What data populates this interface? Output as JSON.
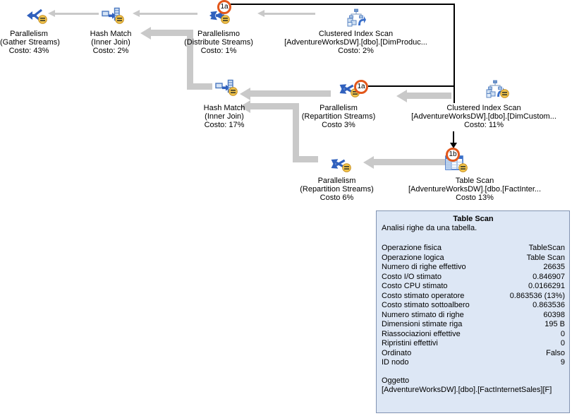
{
  "colors": {
    "arrow_gray": "#c9c9c9",
    "annotation_black": "#000000",
    "badge_ring_orange": "#e2571b",
    "icon_blue": "#3060bd",
    "icon_light_blue": "#d6e4f5",
    "icon_stroke_blue": "#4a78c0",
    "gold_badge": "#f2c54d",
    "tooltip_bg": "#dde7f5",
    "tooltip_border": "#8193b2"
  },
  "annotations": {
    "badges": [
      {
        "label": "1a"
      },
      {
        "label": "1a"
      },
      {
        "label": "1b"
      }
    ]
  },
  "nodes": [
    {
      "id": "parallelism-gather",
      "icon": "parallelism-gather-icon",
      "lines": [
        "Parallelism",
        "(Gather Streams)",
        "Costo: 43%"
      ]
    },
    {
      "id": "hash-match-top",
      "icon": "hash-match-icon",
      "lines": [
        "Hash Match",
        "(Inner Join)",
        "Costo: 2%"
      ]
    },
    {
      "id": "parallelism-distribute",
      "icon": "parallelism-distribute-icon",
      "lines": [
        "Parallelismo",
        "(Distribute Streams)",
        "Costo: 1%"
      ]
    },
    {
      "id": "clustered-index-scan-dimproduct",
      "icon": "clustered-index-scan-icon",
      "lines": [
        "Clustered Index Scan",
        "[AdventureWorksDW].[dbo].[DimProduc...",
        "Costo: 2%"
      ]
    },
    {
      "id": "hash-match-mid",
      "icon": "hash-match-icon",
      "lines": [
        "Hash Match",
        "(Inner Join)",
        "Costo: 17%"
      ]
    },
    {
      "id": "parallelism-repartition-3",
      "icon": "parallelism-repartition-icon",
      "lines": [
        "Parallelism",
        "(Repartition Streams)",
        "Costo 3%"
      ]
    },
    {
      "id": "clustered-index-scan-dimcustomer",
      "icon": "clustered-index-scan-icon",
      "lines": [
        "Clustered Index Scan",
        "[AdventureWorksDW].[dbo].[DimCustom...",
        "Costo: 11%"
      ]
    },
    {
      "id": "parallelism-repartition-6",
      "icon": "parallelism-repartition-icon",
      "lines": [
        "Parallelism",
        "(Repartition Streams)",
        "Costo 6%"
      ]
    },
    {
      "id": "table-scan",
      "icon": "table-scan-icon",
      "lines": [
        "Table Scan",
        "[AdventureWorksDW].[dbo.[FactInter...",
        "Costo 13%"
      ]
    }
  ],
  "tooltip": {
    "title": "Table Scan",
    "description": "Analisi righe da una tabella.",
    "rows": [
      {
        "label": "Operazione fisica",
        "value": "TableScan"
      },
      {
        "label": "Operazione logica",
        "value": "Table Scan"
      },
      {
        "label": "Numero di righe effettivo",
        "value": "26635"
      },
      {
        "label": "Costo I/O stimato",
        "value": "0.846907"
      },
      {
        "label": "Costo CPU stimato",
        "value": "0.0166291"
      },
      {
        "label": "Costo stimato operatore",
        "value": "0.863536 (13%)"
      },
      {
        "label": "Costo stimato sottoalbero",
        "value": "0.863536"
      },
      {
        "label": "Numero stimato di righe",
        "value": "60398"
      },
      {
        "label": "Dimensioni stimate riga",
        "value": "195 B"
      },
      {
        "label": "Riassociazioni effettive",
        "value": "0"
      },
      {
        "label": "Ripristini effettivi",
        "value": "0"
      },
      {
        "label": "Ordinato",
        "value": "Falso"
      },
      {
        "label": "ID nodo",
        "value": "9"
      }
    ],
    "object_label": "Oggetto",
    "object_value": "[AdventureWorksDW].[dbo].[FactInternetSales][F]"
  }
}
